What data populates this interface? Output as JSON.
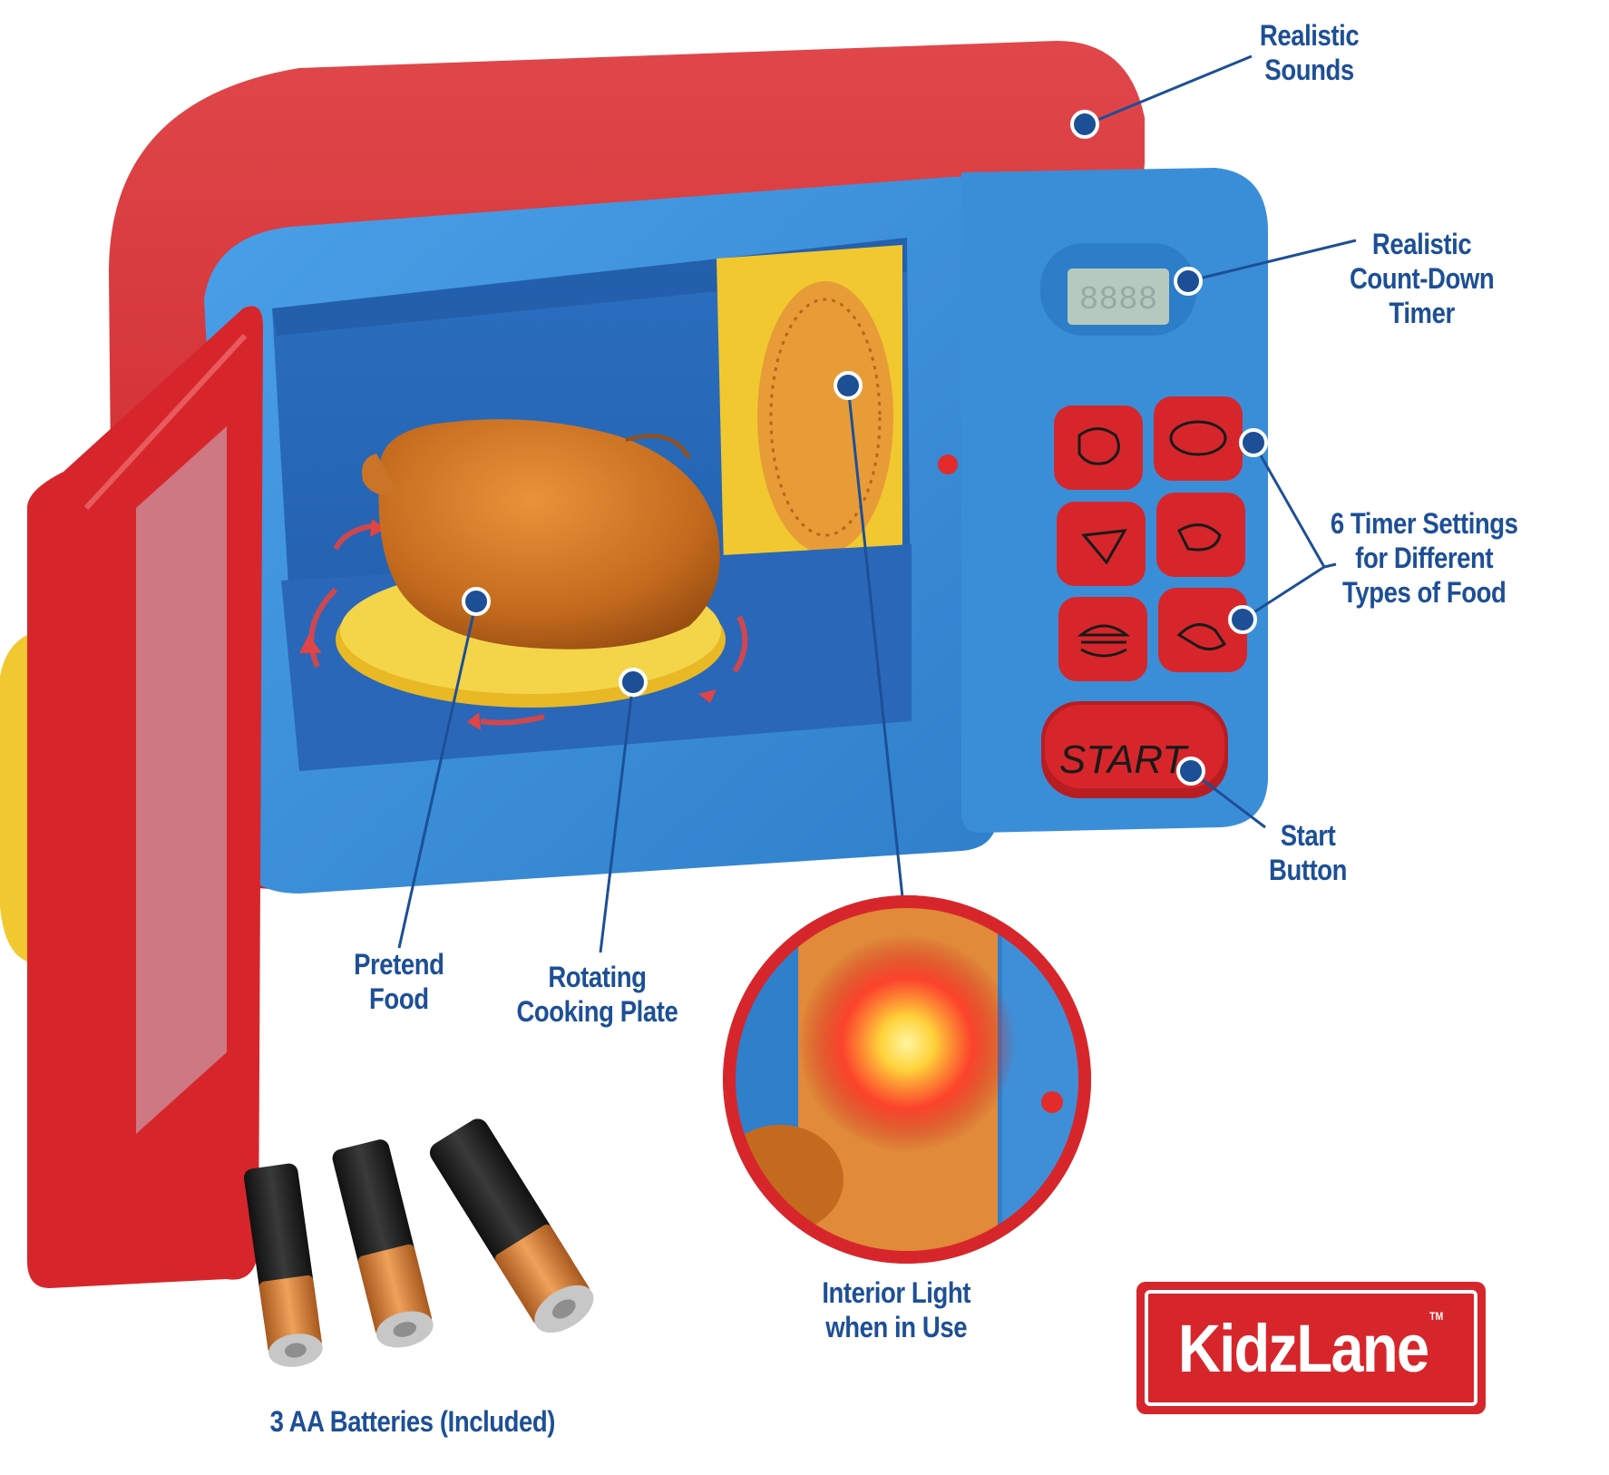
{
  "callouts": {
    "sounds": [
      "Realistic",
      "Sounds"
    ],
    "timer": [
      "Realistic",
      "Count-Down",
      "Timer"
    ],
    "settings": [
      "6 Timer Settings",
      "for Different",
      "Types of Food"
    ],
    "start_button": [
      "Start",
      "Button"
    ],
    "food": [
      "Pretend",
      "Food"
    ],
    "plate": [
      "Rotating",
      "Cooking Plate"
    ],
    "light": [
      "Interior Light",
      "when in Use"
    ],
    "batteries": [
      "3 AA Batteries (Included)"
    ]
  },
  "start_key_label": "START",
  "brand": {
    "name": "KidzLane",
    "tm": "TM"
  },
  "colors": {
    "body_red": "#d7262b",
    "panel_blue": "#3b8fd9",
    "label_blue": "#1d4f96",
    "plate_yellow": "#f2c830",
    "food_brown": "#c46a1e"
  },
  "icons": [
    "croissant-icon",
    "fish-icon",
    "pizza-icon",
    "meat-icon",
    "burger-icon",
    "drumstick-icon"
  ]
}
